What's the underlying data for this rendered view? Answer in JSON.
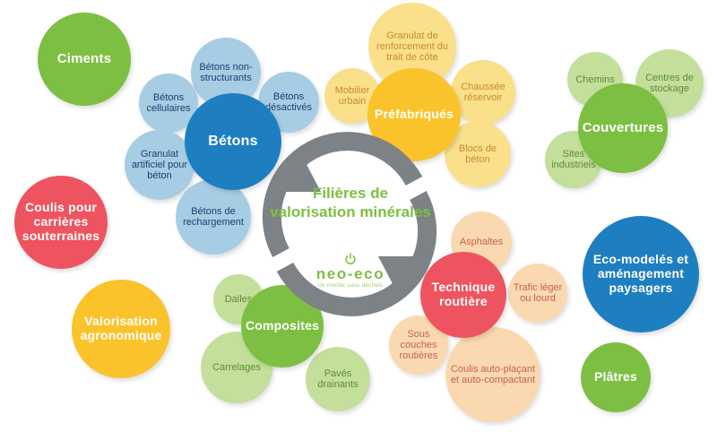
{
  "center": {
    "title_line1": "Filières de",
    "title_line2": "valorisation",
    "title_line3": "minérales",
    "logo_name": "neo-eco",
    "logo_tagline": "Un monde sans déchets",
    "logo_mark": "power-icon",
    "cycle_icon": "circular-arrows-icon",
    "accent_color": "#7DBF42",
    "ring_color": "#7D8286"
  },
  "colors": {
    "green": "#7DBF42",
    "green_light": "#C3DF9B",
    "blue": "#1E7FC0",
    "blue_light": "#A7CDE5",
    "yellow": "#FBC32B",
    "yellow_light": "#FAE08B",
    "red": "#EE5460",
    "peach": "#FBD9B0",
    "background": "#FFFFFF"
  },
  "clusters": [
    {
      "id": "ciments",
      "hub": {
        "label": "Ciments",
        "color": "green"
      },
      "satellites": []
    },
    {
      "id": "betons",
      "hub": {
        "label": "Bétons",
        "color": "blue"
      },
      "satellites": [
        {
          "label": "Bétons non-structurants",
          "color": "blue_light"
        },
        {
          "label": "Bétons cellulaires",
          "color": "blue_light"
        },
        {
          "label": "Bétons désactivés",
          "color": "blue_light"
        },
        {
          "label": "Granulat artificiel pour béton",
          "color": "blue_light"
        },
        {
          "label": "Bétons de rechargement",
          "color": "blue_light"
        }
      ]
    },
    {
      "id": "prefabriques",
      "hub": {
        "label": "Préfabriqués",
        "color": "yellow"
      },
      "satellites": [
        {
          "label": "Granulat de renforcement du trait de côte",
          "color": "yellow_light"
        },
        {
          "label": "Mobilier urbain",
          "color": "yellow_light"
        },
        {
          "label": "Chaussée réservoir",
          "color": "yellow_light"
        },
        {
          "label": "Blocs de béton",
          "color": "yellow_light"
        }
      ]
    },
    {
      "id": "couvertures",
      "hub": {
        "label": "Couvertures",
        "color": "green"
      },
      "satellites": [
        {
          "label": "Chemins",
          "color": "green_light"
        },
        {
          "label": "Centres de stockage",
          "color": "green_light"
        },
        {
          "label": "Sites industriels",
          "color": "green_light"
        }
      ]
    },
    {
      "id": "technique-routiere",
      "hub": {
        "label": "Technique routière",
        "color": "red"
      },
      "satellites": [
        {
          "label": "Asphaltes",
          "color": "peach"
        },
        {
          "label": "Trafic léger ou lourd",
          "color": "peach"
        },
        {
          "label": "Sous couches routières",
          "color": "peach"
        },
        {
          "label": "Coulis auto-plaçant et auto-compactant",
          "color": "peach"
        }
      ]
    },
    {
      "id": "composites",
      "hub": {
        "label": "Composites",
        "color": "green"
      },
      "satellites": [
        {
          "label": "Dalles",
          "color": "green_light"
        },
        {
          "label": "Carrelages",
          "color": "green_light"
        },
        {
          "label": "Pavés drainants",
          "color": "green_light"
        }
      ]
    },
    {
      "id": "coulis-carrieres",
      "hub": {
        "label": "Coulis pour carrières souterraines",
        "color": "red"
      },
      "satellites": []
    },
    {
      "id": "valorisation-agronomique",
      "hub": {
        "label": "Valorisation agronomique",
        "color": "yellow"
      },
      "satellites": []
    },
    {
      "id": "eco-modeles",
      "hub": {
        "label": "Eco-modelés et aménagement paysagers",
        "color": "blue"
      },
      "satellites": []
    },
    {
      "id": "platres",
      "hub": {
        "label": "Plâtres",
        "color": "green"
      },
      "satellites": []
    }
  ],
  "bubbles": {
    "ciments": {
      "label": "Ciments"
    },
    "betons": {
      "label": "Bétons"
    },
    "betons_non_struct": {
      "label": "Bétons non-structurants"
    },
    "betons_cellulaires": {
      "label": "Bétons cellulaires"
    },
    "betons_desactives": {
      "label": "Bétons désactivés"
    },
    "granulat_artificiel": {
      "label": "Granulat artificiel pour béton"
    },
    "betons_rechargement": {
      "label": "Bétons de rechargement"
    },
    "prefabriques": {
      "label": "Préfabriqués"
    },
    "granulat_renforcement": {
      "label": "Granulat de renforcement du trait de côte"
    },
    "mobilier_urbain": {
      "label": "Mobilier urbain"
    },
    "chaussee_reservoir": {
      "label": "Chaussée réservoir"
    },
    "blocs_beton": {
      "label": "Blocs de béton"
    },
    "couvertures": {
      "label": "Couvertures"
    },
    "chemins": {
      "label": "Chemins"
    },
    "centres_stockage": {
      "label": "Centres de stockage"
    },
    "sites_industriels": {
      "label": "Sites industriels"
    },
    "technique_routiere": {
      "label": "Technique routière"
    },
    "asphaltes": {
      "label": "Asphaltes"
    },
    "trafic": {
      "label": "Trafic léger ou lourd"
    },
    "sous_couches": {
      "label": "Sous couches routières"
    },
    "coulis_auto": {
      "label": "Coulis auto-plaçant et auto-compactant"
    },
    "composites": {
      "label": "Composites"
    },
    "dalles": {
      "label": "Dalles"
    },
    "carrelages": {
      "label": "Carrelages"
    },
    "paves_drainants": {
      "label": "Pavés drainants"
    },
    "coulis_carrieres": {
      "label": "Coulis pour carrières souterraines"
    },
    "valorisation_agro": {
      "label": "Valorisation agronomique"
    },
    "eco_modeles": {
      "label": "Eco-modelés et aménagement paysagers"
    },
    "platres": {
      "label": "Plâtres"
    }
  }
}
